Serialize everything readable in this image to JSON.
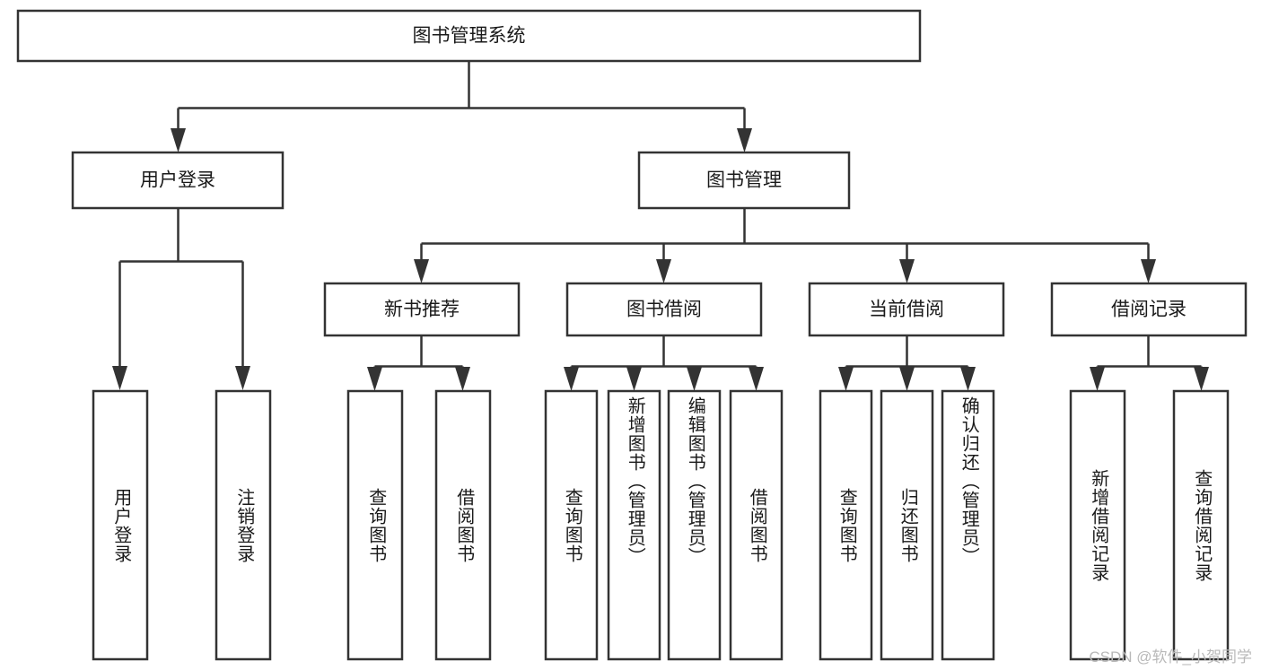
{
  "diagram": {
    "type": "tree-hierarchy-flowchart",
    "title": "图书管理系统",
    "orientation": "top-down",
    "levels": 4,
    "root": {
      "id": "root",
      "label": "图书管理系统",
      "text_orientation": "horizontal"
    },
    "level2": [
      {
        "id": "user-login",
        "label": "用户登录",
        "text_orientation": "horizontal"
      },
      {
        "id": "book-management",
        "label": "图书管理",
        "text_orientation": "horizontal"
      }
    ],
    "level3": [
      {
        "id": "new-book-recommend",
        "label": "新书推荐",
        "parent": "book-management",
        "text_orientation": "horizontal"
      },
      {
        "id": "book-borrow",
        "label": "图书借阅",
        "parent": "book-management",
        "text_orientation": "horizontal"
      },
      {
        "id": "current-borrow",
        "label": "当前借阅",
        "parent": "book-management",
        "text_orientation": "horizontal"
      },
      {
        "id": "borrow-record",
        "label": "借阅记录",
        "parent": "book-management",
        "text_orientation": "horizontal"
      }
    ],
    "leaves": [
      {
        "id": "leaf-user-login",
        "label": "用户登录",
        "parent": "user-login",
        "text_orientation": "vertical"
      },
      {
        "id": "leaf-user-logout",
        "label": "注销登录",
        "parent": "user-login",
        "text_orientation": "vertical"
      },
      {
        "id": "leaf-query-book-1",
        "label": "查询图书",
        "parent": "new-book-recommend",
        "text_orientation": "vertical"
      },
      {
        "id": "leaf-borrow-book-1",
        "label": "借阅图书",
        "parent": "new-book-recommend",
        "text_orientation": "vertical"
      },
      {
        "id": "leaf-query-book-2",
        "label": "查询图书",
        "parent": "book-borrow",
        "text_orientation": "vertical"
      },
      {
        "id": "leaf-add-book",
        "label": "新增图书（管理员）",
        "parent": "book-borrow",
        "text_orientation": "vertical"
      },
      {
        "id": "leaf-edit-book",
        "label": "编辑图书（管理员）",
        "parent": "book-borrow",
        "text_orientation": "vertical"
      },
      {
        "id": "leaf-borrow-book-2",
        "label": "借阅图书",
        "parent": "book-borrow",
        "text_orientation": "vertical"
      },
      {
        "id": "leaf-query-book-3",
        "label": "查询图书",
        "parent": "current-borrow",
        "text_orientation": "vertical"
      },
      {
        "id": "leaf-return-book",
        "label": "归还图书",
        "parent": "current-borrow",
        "text_orientation": "vertical"
      },
      {
        "id": "leaf-confirm-return",
        "label": "确认归还（管理员）",
        "parent": "current-borrow",
        "text_orientation": "vertical"
      },
      {
        "id": "leaf-add-record",
        "label": "新增借阅记录",
        "parent": "borrow-record",
        "text_orientation": "vertical"
      },
      {
        "id": "leaf-query-record",
        "label": "查询借阅记录",
        "parent": "borrow-record",
        "text_orientation": "vertical"
      }
    ]
  },
  "watermark": {
    "text": "CSDN @软件_小贺同学"
  },
  "colors": {
    "background": "#ffffff",
    "node_fill": "#ffffff",
    "node_stroke": "#333333",
    "text": "#1a1a1a",
    "watermark": "#b9b9b9"
  }
}
